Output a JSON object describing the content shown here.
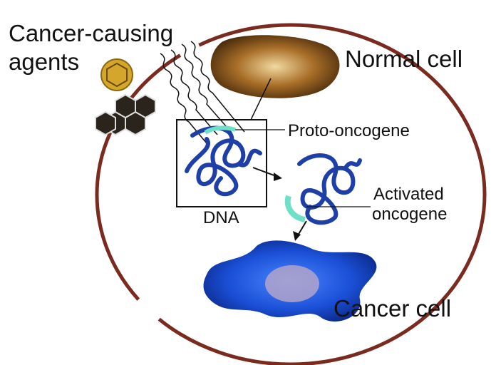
{
  "labels": {
    "agents": "Cancer-causing agents",
    "agents_line1": "Cancer-causing",
    "agents_line2": "agents",
    "normal_cell": "Normal cell",
    "proto_oncogene": "Proto-oncogene",
    "dna": "DNA",
    "activated_line1": "Activated",
    "activated_line2": "oncogene",
    "cancer_cell": "Cancer cell"
  },
  "colors": {
    "circle": "#7a2a1e",
    "dna": "#1f3fa8",
    "highlight": "#6fe0c8",
    "normal_cell": "#8a5a1c",
    "cancer_cell": "#1a4fd6",
    "virus": "#d4a72c",
    "hydrocarbon": "#2a241c"
  }
}
